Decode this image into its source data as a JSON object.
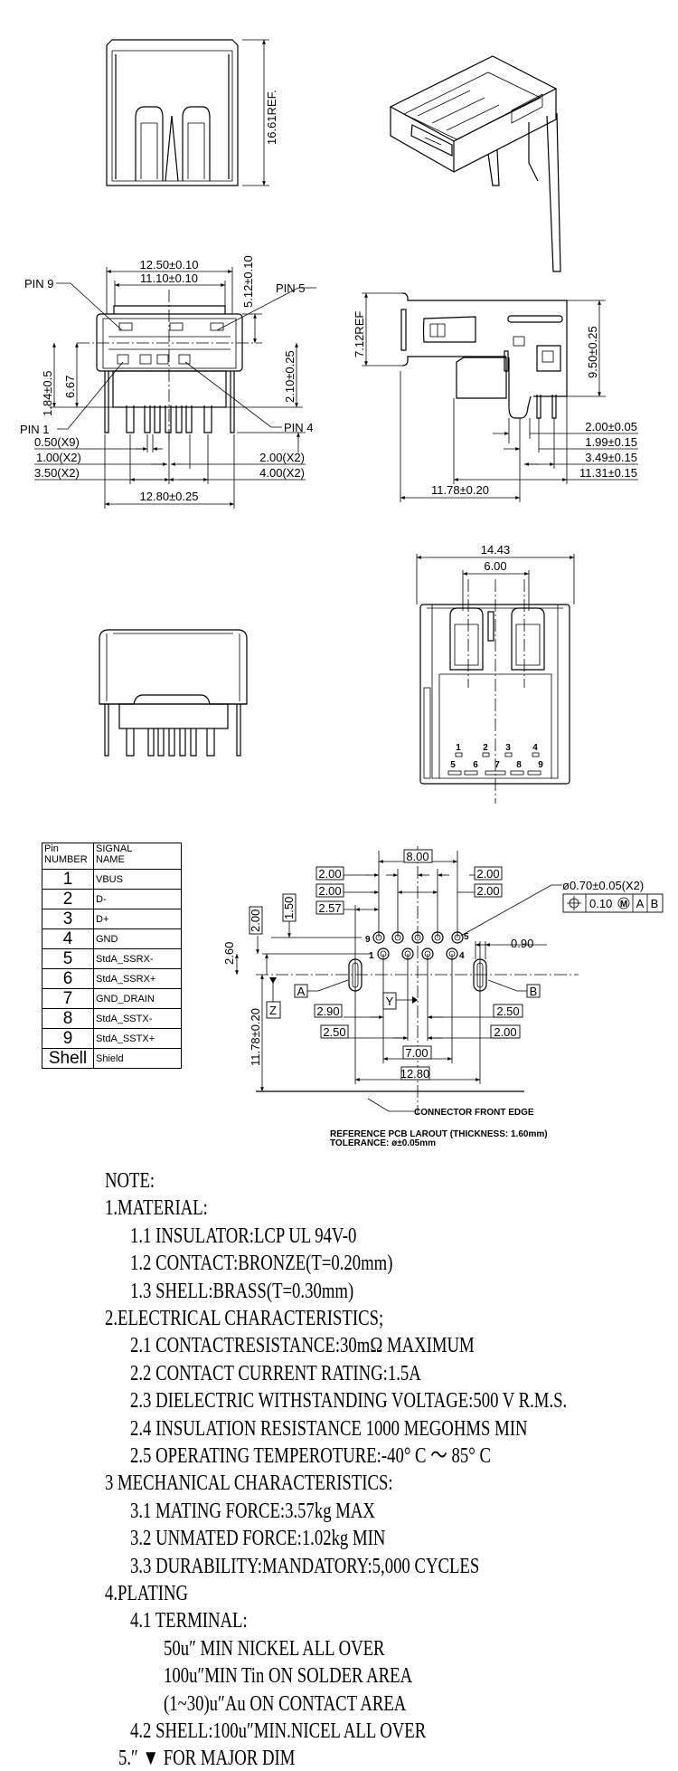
{
  "top_front_view": {
    "ref_dim": "16.61REF."
  },
  "front_view": {
    "dims": {
      "width_outer": "12.50±0.10",
      "width_inner": "11.10±0.10",
      "height_512": "5.12±0.10",
      "height_210": "2.10±0.25",
      "height_184": "1.84±0.5",
      "height_667": "6.67",
      "pitch_050": "0.50(X9)",
      "pitch_100": "1.00(X2)",
      "pitch_350": "3.50(X2)",
      "pitch_200": "2.00(X2)",
      "pitch_400": "4.00(X2)",
      "leg_span": "12.80±0.25"
    },
    "pin_labels": {
      "pin9": "PIN 9",
      "pin5": "PIN 5",
      "pin1": "PIN 1",
      "pin4": "PIN 4"
    }
  },
  "side_view": {
    "dims": {
      "ref_712": "7.12REF",
      "height_950": "9.50±0.25",
      "d_200": "2.00±0.05",
      "d_199": "1.99±0.15",
      "d_349": "3.49±0.15",
      "d_1131": "11.31±0.15",
      "d_1178": "11.78±0.20"
    }
  },
  "top_view": {
    "dims": {
      "width": "14.43",
      "port_pitch": "6.00"
    },
    "pin_numbers_row1": [
      "1",
      "2",
      "3",
      "4"
    ],
    "pin_numbers_row2": [
      "5",
      "6",
      "7",
      "8",
      "9"
    ]
  },
  "pin_table": {
    "header_pin": [
      "Pin",
      "NUMBER"
    ],
    "header_signal": [
      "SIGNAL",
      "NAME"
    ],
    "rows": [
      {
        "pin": "1",
        "signal": "VBUS"
      },
      {
        "pin": "2",
        "signal": "D-"
      },
      {
        "pin": "3",
        "signal": "D+"
      },
      {
        "pin": "4",
        "signal": "GND"
      },
      {
        "pin": "5",
        "signal": "StdA_SSRX-"
      },
      {
        "pin": "6",
        "signal": "StdA_SSRX+"
      },
      {
        "pin": "7",
        "signal": "GND_DRAIN"
      },
      {
        "pin": "8",
        "signal": "StdA_SSTX-"
      },
      {
        "pin": "9",
        "signal": "StdA_SSTX+"
      },
      {
        "pin": "Shell",
        "signal": "Shield"
      }
    ]
  },
  "pcb_layout": {
    "dims": {
      "d_800": "8.00",
      "d_200_l1": "2.00",
      "d_200_l2": "2.00",
      "d_257": "2.57",
      "d_200_r1": "2.00",
      "d_200_r2": "2.00",
      "d_150": "1.50",
      "d_200_v": "2.00",
      "d_260": "2.60",
      "d_090": "0.90",
      "d_290": "2.90",
      "d_250_l": "2.50",
      "d_250_r": "2.50",
      "d_200_r3": "2.00",
      "d_700": "7.00",
      "d_1280": "12.80",
      "d_1178": "11.78±0.20",
      "hole": "ø0.70±0.05(X2)"
    },
    "fcf": {
      "tolerance": "0.10",
      "modifier": "M",
      "datum1": "A",
      "datum2": "B"
    },
    "datums": {
      "a": "A",
      "b": "B",
      "y": "Y",
      "z": "Z"
    },
    "hole_labels": {
      "p9": "9",
      "p5": "5",
      "p1": "1",
      "p4": "4"
    },
    "front_edge": "CONNECTOR FRONT EDGE",
    "reference": "REFERENCE PCB LAROUT (THICKNESS: 1.60mm)",
    "tolerance": "TOLERANCE: ø±0.05mm"
  },
  "notes": [
    {
      "text": "NOTE:",
      "level": 0
    },
    {
      "text": "1.MATERIAL:",
      "level": 0
    },
    {
      "text": "1.1 INSULATOR:LCP UL 94V-0",
      "level": 1
    },
    {
      "text": "1.2 CONTACT:BRONZE(T=0.20mm)",
      "level": 1
    },
    {
      "text": "1.3 SHELL:BRASS(T=0.30mm)",
      "level": 1
    },
    {
      "text": "2.ELECTRICAL CHARACTERISTICS;",
      "level": 0
    },
    {
      "text": "2.1 CONTACTRESISTANCE:30mΩ MAXIMUM",
      "level": 1
    },
    {
      "text": "2.2 CONTACT CURRENT RATING:1.5A",
      "level": 1
    },
    {
      "text": "2.3 DIELECTRIC WITHSTANDING VOLTAGE:500 V R.M.S.",
      "level": 1
    },
    {
      "text": "2.4 INSULATION RESISTANCE 1000 MEGOHMS MIN",
      "level": 1
    },
    {
      "text": "2.5 OPERATING TEMPEROTURE:-40° C ～ 85° C",
      "level": 1
    },
    {
      "text": "3 MECHANICAL CHARACTERISTICS:",
      "level": 0
    },
    {
      "text": "3.1 MATING FORCE:3.57kg MAX",
      "level": 1
    },
    {
      "text": "3.2 UNMATED FORCE:1.02kg MIN",
      "level": 1
    },
    {
      "text": "3.3 DURABILITY:MANDATORY:5,000 CYCLES",
      "level": 1
    },
    {
      "text": "4.PLATING",
      "level": 0
    },
    {
      "text": "4.1 TERMINAL:",
      "level": 1
    },
    {
      "text": "50u″ MIN NICKEL ALL OVER",
      "level": 2
    },
    {
      "text": "100u″MIN Tin ON SOLDER AREA",
      "level": 2
    },
    {
      "text": "(1~30)u″Au ON CONTACT AREA",
      "level": 2
    },
    {
      "text": "4.2 SHELL:100u″MIN.NICEL ALL OVER",
      "level": 1
    }
  ],
  "note_5": {
    "prefix": "5.″",
    "icon": "▼",
    "text": "FOR MAJOR DIM"
  }
}
